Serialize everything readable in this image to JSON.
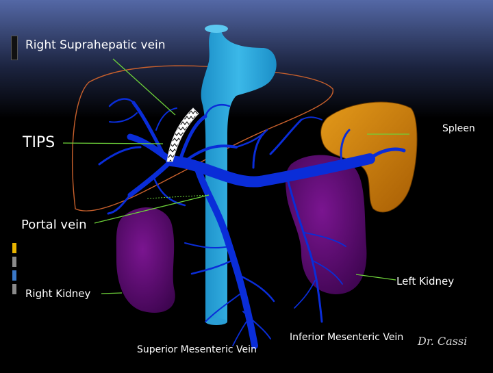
{
  "slide": {
    "labels": {
      "right_suprahepatic_vein": "Right  Suprahepatic vein",
      "tips": "TIPS",
      "spleen": "Spleen",
      "portal_vein": "Portal vein",
      "right_kidney": "Right Kidney",
      "left_kidney": "Left Kidney",
      "superior_mesenteric_vein": "Superior Mesenteric Vein",
      "inferior_mesenteric_vein": "Inferior Mesenteric Vein"
    },
    "signature": "Dr. Cassi"
  },
  "colors": {
    "background": "#000000",
    "top_gradient": "#5468a6",
    "vein": "#0a2dd8",
    "vena_cava": "#2ea7dc",
    "kidney": "#5a0a6a",
    "spleen": "#c97a08",
    "liver_outline": "#c8602c",
    "pointer_line": "#6ed33a",
    "accent_yellow": "#e8b400",
    "accent_grey": "#8a8a8a",
    "accent_blue": "#3a78c8"
  }
}
